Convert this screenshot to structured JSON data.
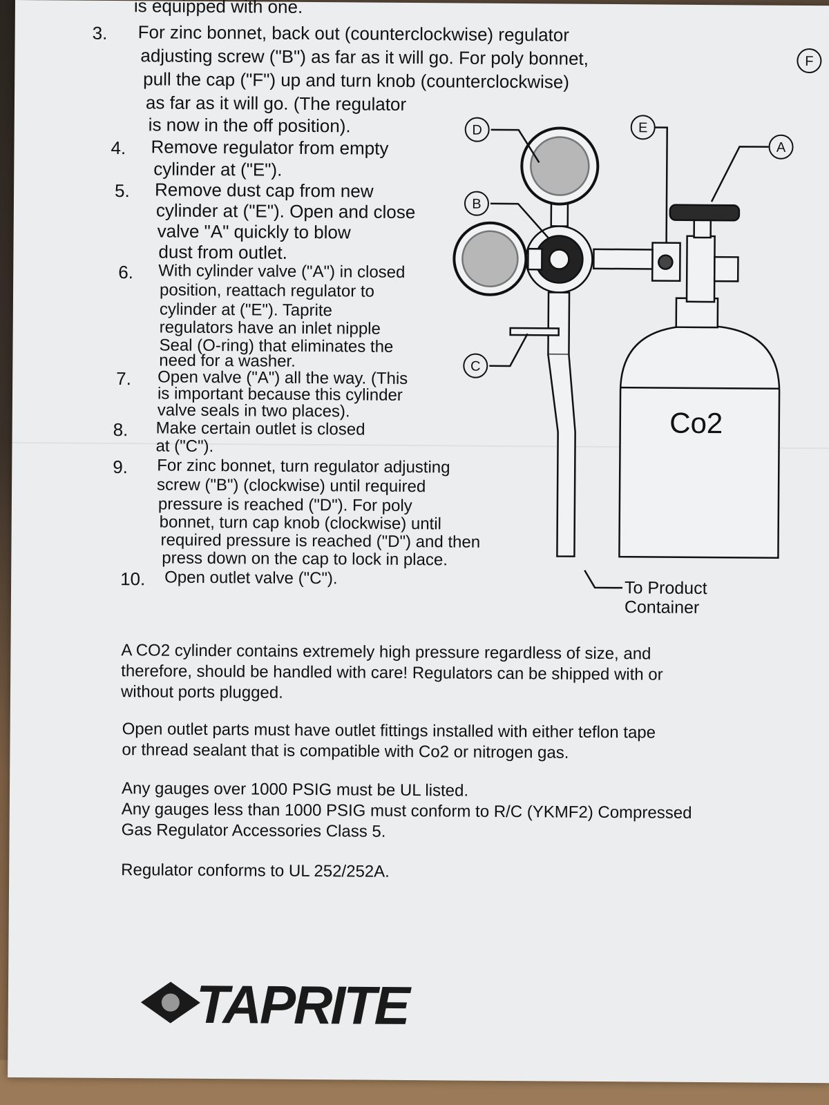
{
  "header_fragment": "is equipped with one.",
  "steps": [
    {
      "num": "3.",
      "lines": [
        "For zinc bonnet, back out (counterclockwise) regulator",
        "adjusting screw (\"B\") as far as it will go. For poly bonnet,",
        "pull the cap (\"F\") up and turn knob (counterclockwise)",
        "as far as it will go.  (The regulator",
        "is now in the off position)."
      ]
    },
    {
      "num": "4.",
      "lines": [
        "Remove regulator from empty",
        "cylinder at (\"E\")."
      ]
    },
    {
      "num": "5.",
      "lines": [
        "Remove dust cap from new",
        "cylinder at (\"E\").  Open and close",
        "valve \"A\" quickly to blow",
        "dust from outlet."
      ]
    },
    {
      "num": "6.",
      "lines": [
        "With cylinder valve (\"A\") in closed",
        "position, reattach regulator to",
        "cylinder at (\"E\"). Taprite",
        "regulators have an inlet nipple",
        "Seal (O-ring) that eliminates the",
        "need for a washer."
      ]
    },
    {
      "num": "7.",
      "lines": [
        "Open valve (\"A\") all the way.  (This",
        "is important because this cylinder",
        "valve seals in two places)."
      ]
    },
    {
      "num": "8.",
      "lines": [
        "Make certain outlet is closed",
        "at (\"C\")."
      ]
    },
    {
      "num": "9.",
      "lines": [
        "For zinc bonnet, turn regulator adjusting",
        "screw (\"B\") (clockwise) until required",
        "pressure is reached (\"D\").  For poly",
        "bonnet, turn cap knob (clockwise) until",
        "required pressure is reached (\"D\") and then",
        "press down on the cap to lock in place."
      ]
    },
    {
      "num": "10.",
      "lines": [
        "Open outlet valve (\"C\")."
      ]
    }
  ],
  "diagram": {
    "callouts": {
      "a": "A",
      "b": "B",
      "c": "C",
      "d": "D",
      "e": "E",
      "f": "F"
    },
    "cylinder_label": "Co2",
    "destination_line1": "To Product",
    "destination_line2": "Container"
  },
  "paragraphs": [
    {
      "lines": [
        "A CO2 cylinder contains extremely high pressure regardless of size, and",
        "therefore, should be handled with care! Regulators can be shipped with or",
        "without ports plugged."
      ]
    },
    {
      "lines": [
        "Open outlet parts must have outlet fittings installed with either teflon tape",
        "or thread sealant that is compatible with Co2 or nitrogen gas."
      ]
    },
    {
      "lines": [
        "Any gauges over 1000 PSIG must be UL listed.",
        "Any gauges less than 1000 PSIG must conform to R/C (YKMF2) Compressed",
        "Gas Regulator Accessories Class 5."
      ]
    },
    {
      "lines": [
        "Regulator conforms to UL 252/252A."
      ]
    }
  ],
  "brand": "TAPRITE"
}
